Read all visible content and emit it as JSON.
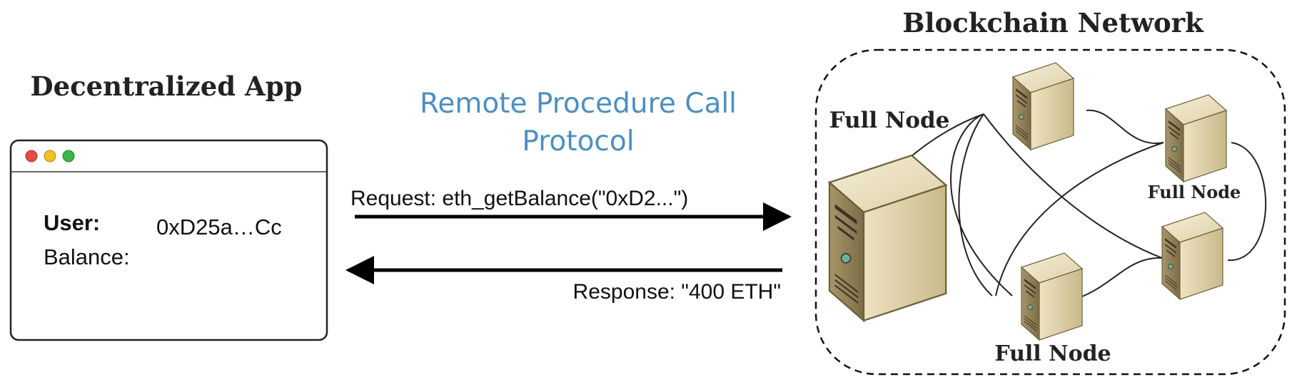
{
  "dapp": {
    "title": "Decentralized App",
    "user_label": "User:",
    "user_value": "0xD25a…Cc",
    "balance_label": "Balance:",
    "dot_colors": [
      "#e64a45",
      "#f2c12a",
      "#3bb54a"
    ]
  },
  "protocol": {
    "title_line1": "Remote Procedure Call",
    "title_line2": "Protocol",
    "color": "#4d8fc0"
  },
  "request": {
    "label": "Request: eth_getBalance(\"0xD2...\")"
  },
  "response": {
    "label": "Response: \"400 ETH\""
  },
  "network": {
    "title": "Blockchain Network",
    "nodes": [
      {
        "id": "main",
        "label": "Full Node"
      },
      {
        "id": "top",
        "label": ""
      },
      {
        "id": "right-top",
        "label": "Full Node"
      },
      {
        "id": "right-bottom",
        "label": ""
      },
      {
        "id": "bottom",
        "label": "Full Node"
      }
    ]
  }
}
